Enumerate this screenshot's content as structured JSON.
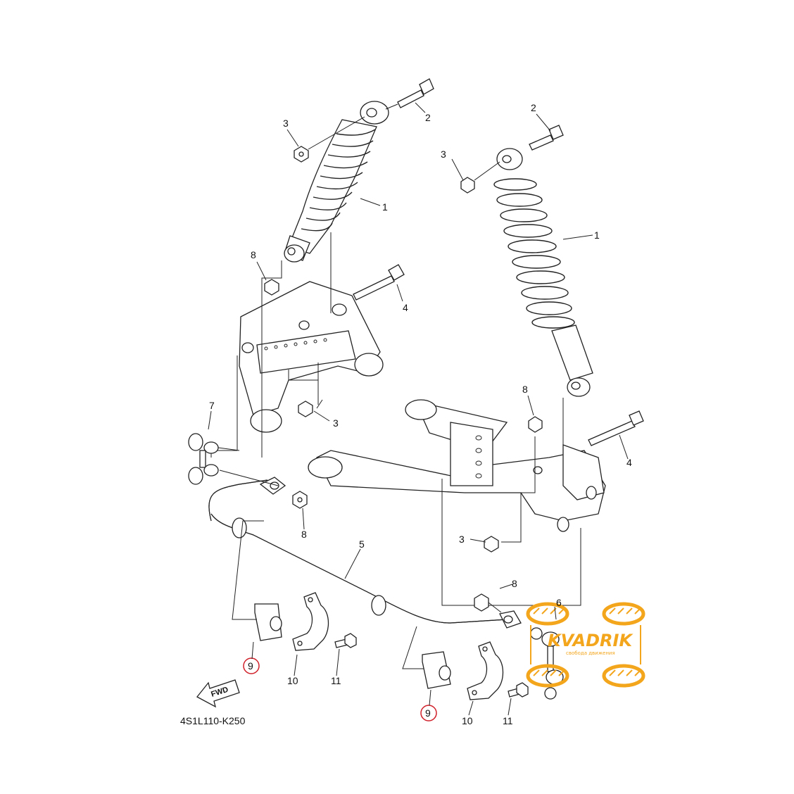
{
  "diagram": {
    "code": "4S1L110-K250",
    "fwd_label": "FWD",
    "highlight_color": "#d0202a",
    "logo": {
      "text": "KVADRIK",
      "tagline": "свобода движения",
      "color": "#f3a51c"
    },
    "labels": {
      "l1a": "1",
      "l1b": "1",
      "l2a": "2",
      "l2b": "2",
      "l3a": "3",
      "l3b": "3",
      "l3c": "3",
      "l3d": "3",
      "l4a": "4",
      "l4b": "4",
      "l5": "5",
      "l6": "6",
      "l7": "7",
      "l8a": "8",
      "l8b": "8",
      "l8c": "8",
      "l8d": "8",
      "l9a": "9",
      "l9b": "9",
      "l10a": "10",
      "l10b": "10",
      "l11a": "11",
      "l11b": "11"
    }
  }
}
